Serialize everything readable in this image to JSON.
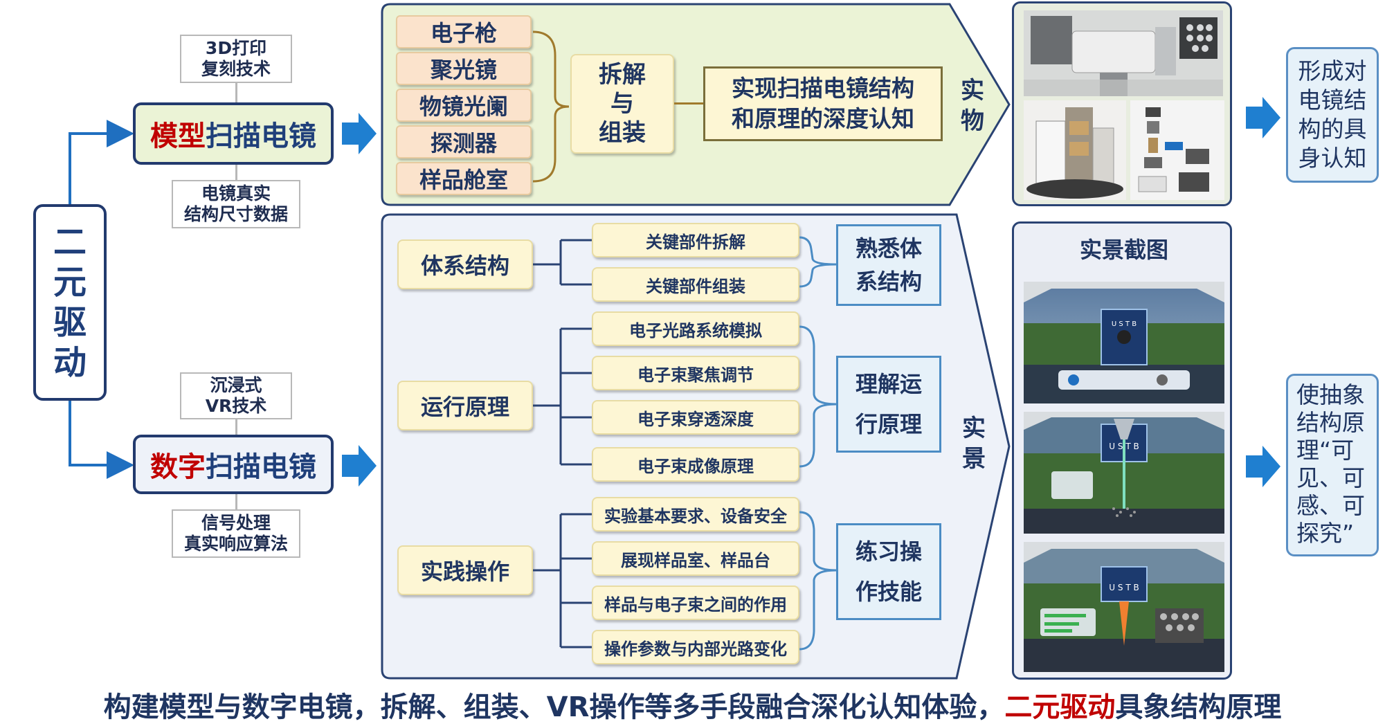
{
  "left": {
    "vertical_label": [
      "二",
      "元",
      "驱",
      "动"
    ],
    "model": {
      "red": "模型",
      "rest": "扫描电镜",
      "note_top": [
        "3D打印",
        "复刻技术"
      ],
      "note_bottom": [
        "电镜真实",
        "结构尺寸数据"
      ]
    },
    "digital": {
      "red": "数字",
      "rest": "扫描电镜",
      "note_top": [
        "沉浸式",
        "VR技术"
      ],
      "note_bottom": [
        "信号处理",
        "真实响应算法"
      ]
    }
  },
  "top_panel": {
    "components": [
      "电子枪",
      "聚光镜",
      "物镜光阑",
      "探测器",
      "样品舱室"
    ],
    "action": [
      "拆解",
      "与",
      "组装"
    ],
    "goal": [
      "实现扫描电镜结构",
      "和原理的深度认知"
    ],
    "side_label": [
      "实",
      "物"
    ]
  },
  "bottom_panel": {
    "side_label": [
      "实",
      "景"
    ],
    "groups": [
      {
        "title": "体系结构",
        "items": [
          "关键部件拆解",
          "关键部件组装"
        ],
        "outcome": [
          "熟悉体",
          "系结构"
        ]
      },
      {
        "title": "运行原理",
        "items": [
          "电子光路系统模拟",
          "电子束聚焦调节",
          "电子束穿透深度",
          "电子束成像原理"
        ],
        "outcome": [
          "理解运",
          "行原理"
        ]
      },
      {
        "title": "实践操作",
        "items": [
          "实验基本要求、设备安全",
          "展现样品室、样品台",
          "样品与电子束之间的作用",
          "操作参数与内部光路变化"
        ],
        "outcome": [
          "练习操",
          "作技能"
        ]
      }
    ]
  },
  "screens_panel": {
    "title": "实景截图",
    "scene_text": "U S T B"
  },
  "right": {
    "top": [
      "形成对",
      "电镜结",
      "构的具",
      "身认知"
    ],
    "bottom": [
      "使抽象",
      "结构原",
      "理“可",
      "见、可",
      "感、可",
      "探究”"
    ]
  },
  "caption": {
    "part1": "构建模型与数字电镜，拆解、组装、VR操作等多手段融合深化认知体验，",
    "red": "二元驱动",
    "part2": "具象结构原理"
  },
  "colors": {
    "navy": "#223a6e",
    "accent_red": "#c00000",
    "arrow_blue": "#1f7fd0",
    "top_panel_bg": "#ebf3d6",
    "bottom_panel_bg": "#eef2f9"
  }
}
